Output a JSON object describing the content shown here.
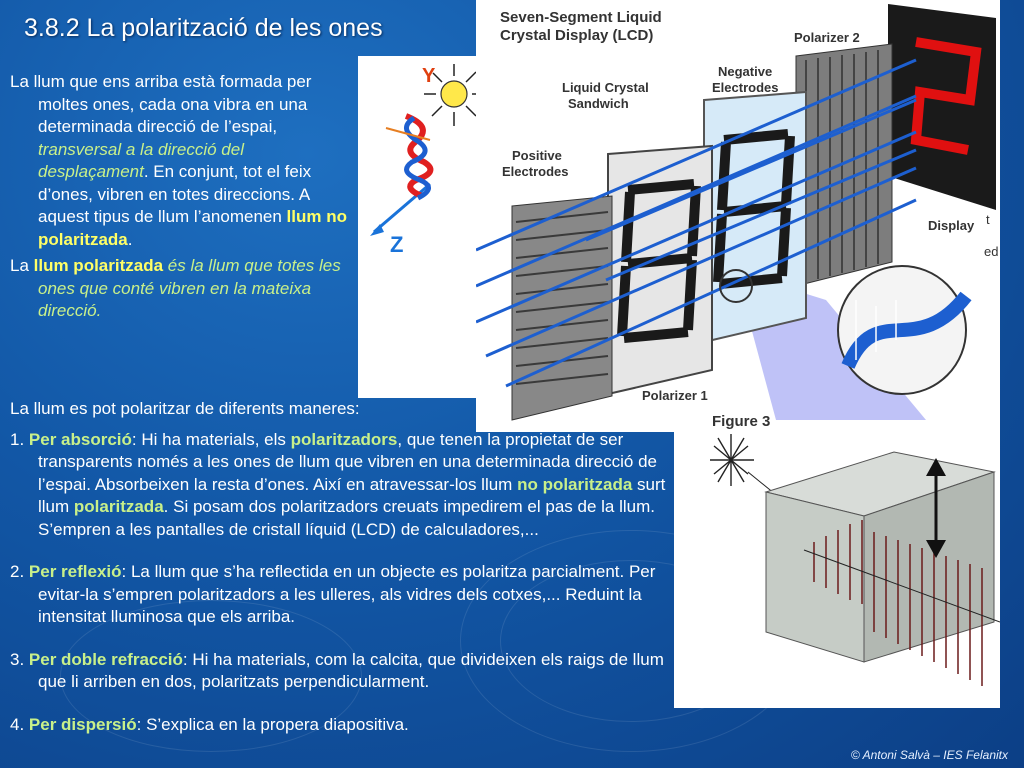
{
  "slide": {
    "title": "3.8.2 La polarització de les ones",
    "footer": "© Antoni Salvà – IES Felanitx"
  },
  "intro": {
    "p1_a": "La llum que ens arriba està formada per moltes ones, cada ona vibra en una determinada direcció de l’espai, ",
    "p1_em": "transversal a la direcció del desplaçament",
    "p1_b": ". En conjunt, tot el feix d’ones, vibren en totes direccions. A aquest tipus de llum l’anomenen ",
    "p1_bold": "llum no polaritzada",
    "p1_c": ".",
    "p2_a": "La ",
    "p2_bold": "llum polaritzada",
    "p2_em": " és la llum que totes les ones que conté vibren en la mateixa direcció."
  },
  "methods": {
    "heading": "La llum es pot polaritzar de diferents maneres:",
    "m1_num": "1. ",
    "m1_name": "Per absorció",
    "m1_a": ": Hi ha materials, els ",
    "m1_term": "polaritzadors",
    "m1_b": ", que tenen la propietat de ser transparents només a les ones de llum que vibren en una determinada direcció de l’espai. Absorbeixen la resta d’ones. Així en atravessar-los llum ",
    "m1_term2": "no polaritzada",
    "m1_c": " surt llum ",
    "m1_term3": "polaritzada",
    "m1_d": ". Si posam dos polaritzadors creuats impedirem el pas de la llum. S’empren a les pantalles de cristall líquid (LCD) de calculadores,...",
    "m2_num": "2. ",
    "m2_name": "Per reflexió",
    "m2_a": ": La llum que s’ha reflectida en un objecte es polaritza parcialment. Per evitar-la s’empren polaritzadors a les ulleres, als vidres dels cotxes,... Reduint la intensitat lluminosa que els arriba.",
    "m3_num": "3. ",
    "m3_name": "Per doble refracció",
    "m3_a": ": Hi ha materials, com la calcita, que divideixen els raigs de llum que li arriben en dos, polaritzats perpendicularment.",
    "m4_num": "4. ",
    "m4_name": "Per dispersió",
    "m4_a": ": S’explica en la propera diapositiva."
  },
  "lcd_figure": {
    "title1": "Seven-Segment Liquid",
    "title2": "Crystal Display (LCD)",
    "polarizer2": "Polarizer 2",
    "negative1": "Negative",
    "negative2": "Electrodes",
    "sandwich1": "Liquid Crystal",
    "sandwich2": "Sandwich",
    "positive1": "Positive",
    "positive2": "Electrodes",
    "display": "Display",
    "polarizer1": "Polarizer 1",
    "figure": "Figure 3",
    "edge_t": "t",
    "edge_ed": "ed"
  },
  "wave_figure": {
    "axis_y": "Y",
    "axis_z": "Z"
  },
  "colors": {
    "highlight_green": "#c8f08a",
    "highlight_yellow": "#ffff66",
    "beam_blue": "#1d5fd0",
    "display_red": "#e01010"
  }
}
